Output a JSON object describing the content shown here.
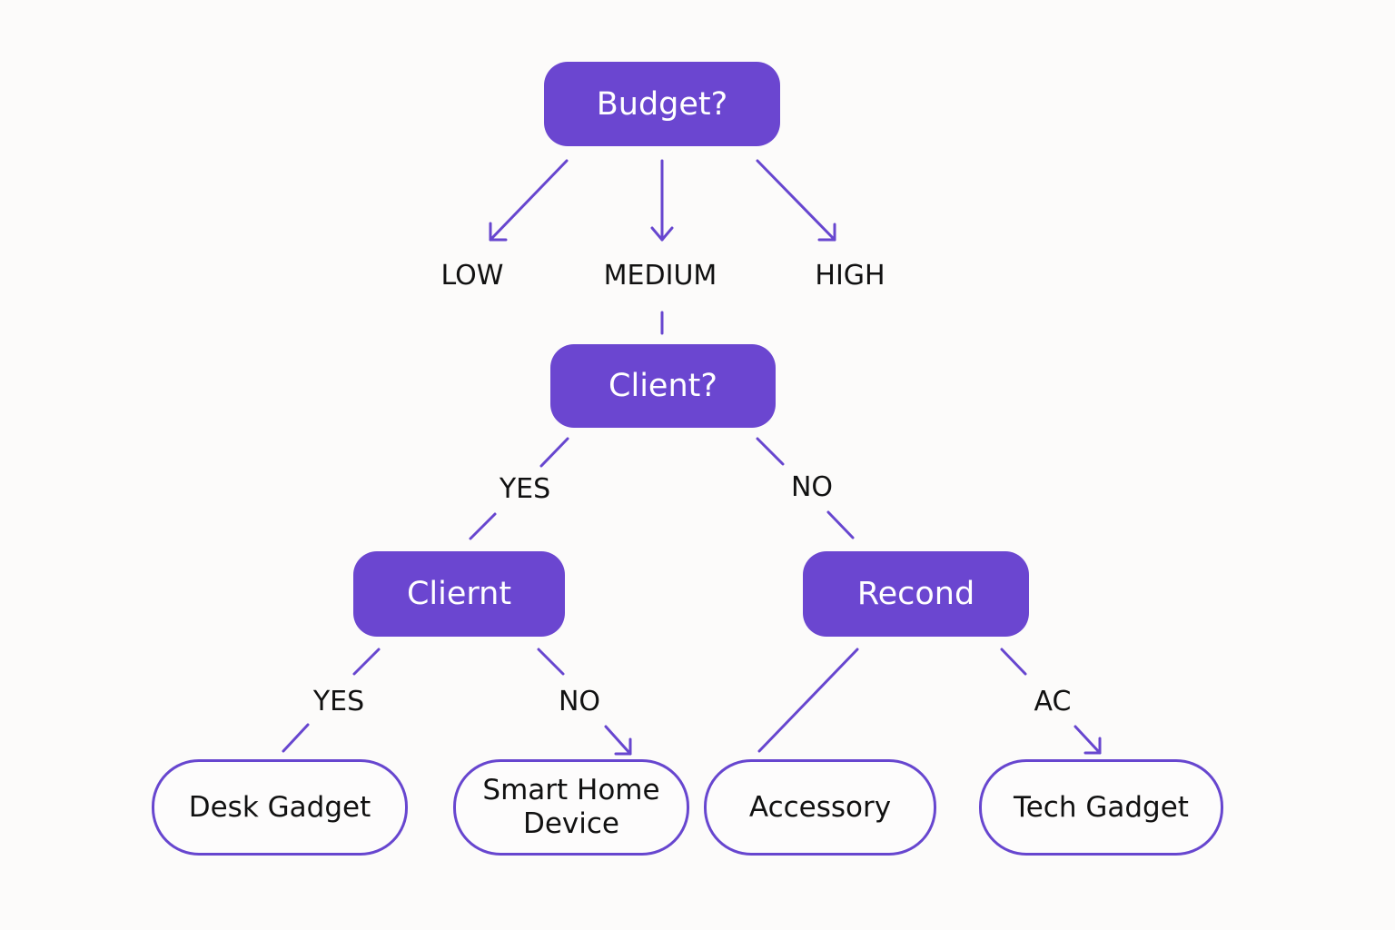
{
  "colors": {
    "background": "#fcfbfa",
    "decision_fill": "#6b46d0",
    "decision_text": "#ffffff",
    "outcome_border": "#6746cf",
    "outcome_text": "#111111",
    "connector": "#6746cf"
  },
  "nodes": {
    "budget": "Budget?",
    "client": "Client?",
    "cliernt": "Cliernt",
    "recond": "Recond",
    "desk_gadget": "Desk Gadget",
    "smart_home_line1": "Smart Home",
    "smart_home_line2": "Device",
    "accessory": "Accessory",
    "tech_gadget": "Tech Gadget"
  },
  "edge_labels": {
    "low": "LOW",
    "medium": "MEDIUM",
    "high": "HIGH",
    "client_yes": "YES",
    "client_no": "NO",
    "cliernt_yes": "YES",
    "cliernt_no": "NO",
    "recond_ac": "AC"
  }
}
